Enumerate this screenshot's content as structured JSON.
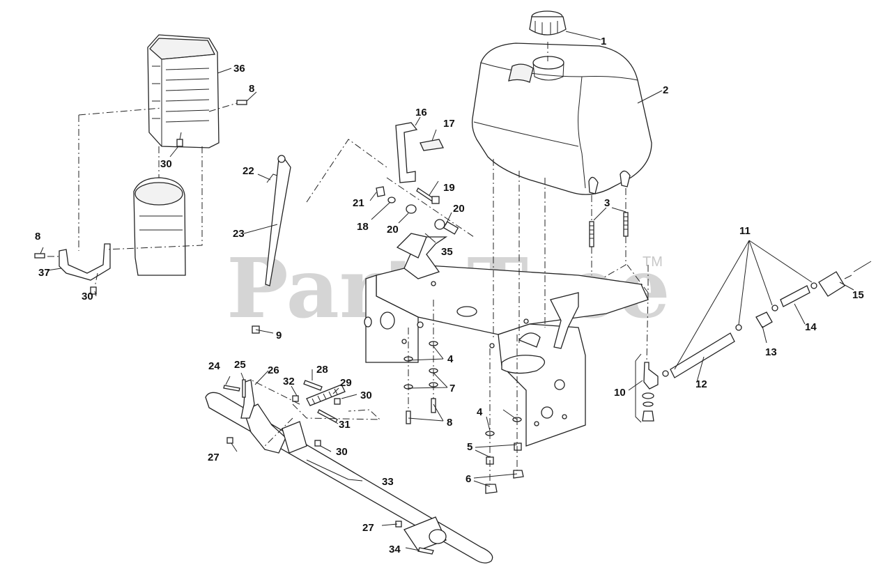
{
  "watermark": {
    "text": "PartsTree",
    "trademark": "TM"
  },
  "callouts": [
    {
      "id": "c1",
      "text": "1"
    },
    {
      "id": "c2",
      "text": "2"
    },
    {
      "id": "c3",
      "text": "3"
    },
    {
      "id": "c4a",
      "text": "4"
    },
    {
      "id": "c4b",
      "text": "4"
    },
    {
      "id": "c5",
      "text": "5"
    },
    {
      "id": "c6",
      "text": "6"
    },
    {
      "id": "c7",
      "text": "7"
    },
    {
      "id": "c8a",
      "text": "8"
    },
    {
      "id": "c8b",
      "text": "8"
    },
    {
      "id": "c8c",
      "text": "8"
    },
    {
      "id": "c9",
      "text": "9"
    },
    {
      "id": "c10",
      "text": "10"
    },
    {
      "id": "c11",
      "text": "11"
    },
    {
      "id": "c12",
      "text": "12"
    },
    {
      "id": "c13",
      "text": "13"
    },
    {
      "id": "c14",
      "text": "14"
    },
    {
      "id": "c15",
      "text": "15"
    },
    {
      "id": "c16",
      "text": "16"
    },
    {
      "id": "c17",
      "text": "17"
    },
    {
      "id": "c18",
      "text": "18"
    },
    {
      "id": "c19",
      "text": "19"
    },
    {
      "id": "c20a",
      "text": "20"
    },
    {
      "id": "c20b",
      "text": "20"
    },
    {
      "id": "c21",
      "text": "21"
    },
    {
      "id": "c22",
      "text": "22"
    },
    {
      "id": "c23",
      "text": "23"
    },
    {
      "id": "c24",
      "text": "24"
    },
    {
      "id": "c25",
      "text": "25"
    },
    {
      "id": "c26",
      "text": "26"
    },
    {
      "id": "c27a",
      "text": "27"
    },
    {
      "id": "c27b",
      "text": "27"
    },
    {
      "id": "c28",
      "text": "28"
    },
    {
      "id": "c29",
      "text": "29"
    },
    {
      "id": "c30a",
      "text": "30"
    },
    {
      "id": "c30b",
      "text": "30"
    },
    {
      "id": "c30c",
      "text": "30"
    },
    {
      "id": "c30d",
      "text": "30"
    },
    {
      "id": "c31",
      "text": "31"
    },
    {
      "id": "c32",
      "text": "32"
    },
    {
      "id": "c33",
      "text": "33"
    },
    {
      "id": "c34",
      "text": "34"
    },
    {
      "id": "c35",
      "text": "35"
    },
    {
      "id": "c36",
      "text": "36"
    },
    {
      "id": "c37",
      "text": "37"
    }
  ]
}
